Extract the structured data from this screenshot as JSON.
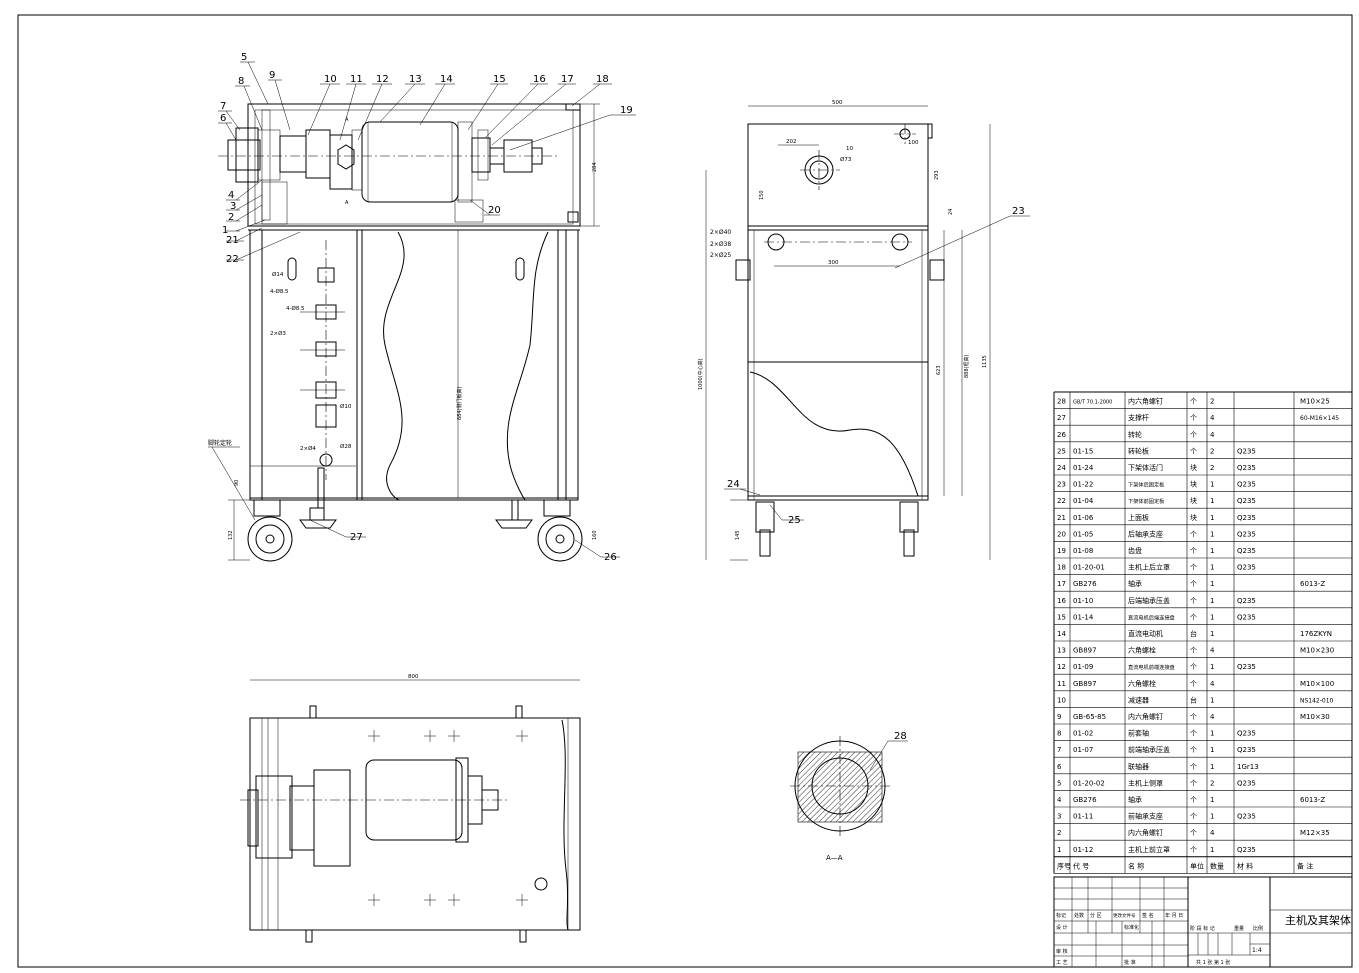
{
  "balloons": [
    "1",
    "2",
    "3",
    "4",
    "5",
    "6",
    "7",
    "8",
    "9",
    "10",
    "11",
    "12",
    "13",
    "14",
    "15",
    "16",
    "17",
    "18",
    "19",
    "20",
    "21",
    "22",
    "23",
    "24",
    "25",
    "26",
    "27",
    "28"
  ],
  "front_dims": {
    "d14": "Ø14",
    "d4_8_5": "4-Ø8.5",
    "d4_5": "4-Ø8.5",
    "d2x3": "2×Ø3",
    "d2x4": "2×Ø4",
    "d10": "Ø10",
    "d28": "Ø28",
    "dim_684": "684(侧门板高)",
    "dim_284": "284",
    "dim_132": "132",
    "dim_160": "160",
    "dim_90": "90",
    "caster_label": "脚轮定轮",
    "ref_AT": "A",
    "ref_AB": "A"
  },
  "side_dims": {
    "w500": "500",
    "d202": "202",
    "d10": "10",
    "d73": "Ø73",
    "d100": "100",
    "d150": "150",
    "d293": "293",
    "d24": "24",
    "h2x40": "2×Ø40",
    "h2x38": "2×Ø38",
    "h2x25": "2×Ø25",
    "d300": "300",
    "h1000": "1000(中心高)",
    "h623": "623",
    "h888": "888(框高)",
    "h1135": "1135",
    "h145": "145"
  },
  "top_dims": {
    "w800": "800"
  },
  "section_label": "A—A",
  "bom": [
    {
      "no": "28",
      "code": "GB/T 70.1-2000",
      "name": "内六角螺钉",
      "unit": "个",
      "qty": "2",
      "mat": "",
      "note": "M10×25"
    },
    {
      "no": "27",
      "code": "",
      "name": "支撑杆",
      "unit": "个",
      "qty": "4",
      "mat": "",
      "note": "60-M16×145"
    },
    {
      "no": "26",
      "code": "",
      "name": "转轮",
      "unit": "个",
      "qty": "4",
      "mat": "",
      "note": ""
    },
    {
      "no": "25",
      "code": "01-15",
      "name": "转轮板",
      "unit": "个",
      "qty": "2",
      "mat": "Q235",
      "note": ""
    },
    {
      "no": "24",
      "code": "01-24",
      "name": "下架体活门",
      "unit": "块",
      "qty": "2",
      "mat": "Q235",
      "note": ""
    },
    {
      "no": "23",
      "code": "01-22",
      "name": "下架体后固定板",
      "unit": "块",
      "qty": "1",
      "mat": "Q235",
      "note": ""
    },
    {
      "no": "22",
      "code": "01-04",
      "name": "下架体前固定板",
      "unit": "块",
      "qty": "1",
      "mat": "Q235",
      "note": ""
    },
    {
      "no": "21",
      "code": "01-06",
      "name": "上面板",
      "unit": "块",
      "qty": "1",
      "mat": "Q235",
      "note": ""
    },
    {
      "no": "20",
      "code": "01-05",
      "name": "后轴承支座",
      "unit": "个",
      "qty": "1",
      "mat": "Q235",
      "note": ""
    },
    {
      "no": "19",
      "code": "01-08",
      "name": "齿盘",
      "unit": "个",
      "qty": "1",
      "mat": "Q235",
      "note": ""
    },
    {
      "no": "18",
      "code": "01-20-01",
      "name": "主机上后立罩",
      "unit": "个",
      "qty": "1",
      "mat": "Q235",
      "note": ""
    },
    {
      "no": "17",
      "code": "GB276",
      "name": "轴承",
      "unit": "个",
      "qty": "1",
      "mat": "",
      "note": "6013-Z"
    },
    {
      "no": "16",
      "code": "01-10",
      "name": "后端轴承压盖",
      "unit": "个",
      "qty": "1",
      "mat": "Q235",
      "note": ""
    },
    {
      "no": "15",
      "code": "01-14",
      "name": "直流电机后端连接盘",
      "unit": "个",
      "qty": "1",
      "mat": "Q235",
      "note": ""
    },
    {
      "no": "14",
      "code": "",
      "name": "直流电动机",
      "unit": "台",
      "qty": "1",
      "mat": "",
      "note": "176ZKYN"
    },
    {
      "no": "13",
      "code": "GB897",
      "name": "六角螺栓",
      "unit": "个",
      "qty": "4",
      "mat": "",
      "note": "M10×230"
    },
    {
      "no": "12",
      "code": "01-09",
      "name": "直流电机前端连接盘",
      "unit": "个",
      "qty": "1",
      "mat": "Q235",
      "note": ""
    },
    {
      "no": "11",
      "code": "GB897",
      "name": "六角螺栓",
      "unit": "个",
      "qty": "4",
      "mat": "",
      "note": "M10×100"
    },
    {
      "no": "10",
      "code": "",
      "name": "减速器",
      "unit": "台",
      "qty": "1",
      "mat": "",
      "note": "NS142-010"
    },
    {
      "no": "9",
      "code": "GB-65-85",
      "name": "内六角螺钉",
      "unit": "个",
      "qty": "4",
      "mat": "",
      "note": "M10×30"
    },
    {
      "no": "8",
      "code": "01-02",
      "name": "前套轴",
      "unit": "个",
      "qty": "1",
      "mat": "Q235",
      "note": ""
    },
    {
      "no": "7",
      "code": "01-07",
      "name": "前端轴承压盖",
      "unit": "个",
      "qty": "1",
      "mat": "Q235",
      "note": ""
    },
    {
      "no": "6",
      "code": "",
      "name": "联轴器",
      "unit": "个",
      "qty": "1",
      "mat": "1Gr13",
      "note": ""
    },
    {
      "no": "5",
      "code": "01-20-02",
      "name": "主机上侧罩",
      "unit": "个",
      "qty": "2",
      "mat": "Q235",
      "note": ""
    },
    {
      "no": "4",
      "code": "GB276",
      "name": "轴承",
      "unit": "个",
      "qty": "1",
      "mat": "",
      "note": "6013-Z"
    },
    {
      "no": "3",
      "code": "01-11",
      "name": "前轴承支座",
      "unit": "个",
      "qty": "1",
      "mat": "Q235",
      "note": ""
    },
    {
      "no": "2",
      "code": "",
      "name": "内六角螺钉",
      "unit": "个",
      "qty": "4",
      "mat": "",
      "note": "M12×35"
    },
    {
      "no": "1",
      "code": "01-12",
      "name": "主机上前立罩",
      "unit": "个",
      "qty": "1",
      "mat": "Q235",
      "note": ""
    }
  ],
  "bom_header": {
    "no": "序号",
    "code": "代 号",
    "name": "名 称",
    "unit": "单位",
    "qty": "数量",
    "mat": "材 料",
    "note": "备 注"
  },
  "title_block": {
    "title": "主机及其架体",
    "scale": "1:4",
    "sheets": "共 1 张  第 1 张",
    "cells": {
      "mark": "标记",
      "count": "处数",
      "zone": "分 区",
      "change_doc": "更改文件号",
      "sign": "签 名",
      "date": "年 月 日",
      "design": "设 计",
      "standardize": "标准化",
      "stage_mark": "阶 段 标 记",
      "weight": "重量",
      "ratio": "比例",
      "review": "审 核",
      "process": "工 艺",
      "approve": "批 准"
    }
  }
}
